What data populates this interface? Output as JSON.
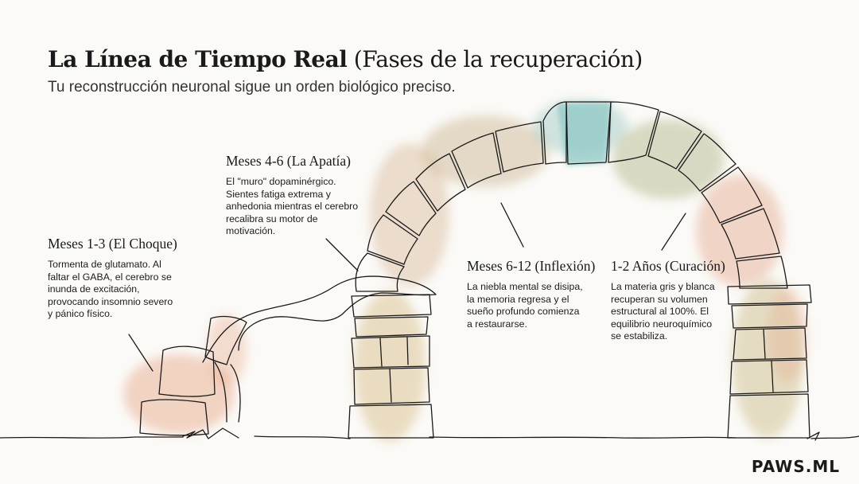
{
  "header": {
    "title_bold": "La Línea de Tiempo Real",
    "title_rest": "(Fases de la recuperación)",
    "subtitle": "Tu reconstrucción neuronal sigue un orden biológico preciso."
  },
  "phases": [
    {
      "title": "Meses 1-3 (El Choque)",
      "lines": [
        "Tormenta de glutamato. Al",
        "faltar el GABA, el cerebro se",
        "inunda de excitación,",
        "provocando insomnio severo",
        "y pánico físico."
      ]
    },
    {
      "title": "Meses 4-6 (La Apatía)",
      "lines": [
        "El \"muro\" dopaminérgico.",
        "Sientes fatiga extrema y",
        "anhedonia mientras el cerebro",
        "recalibra su motor de",
        "motivación."
      ]
    },
    {
      "title": "Meses 6-12 (Inflexión)",
      "lines": [
        "La niebla mental se disipa,",
        "la memoria regresa y el",
        "sueño profundo comienza",
        "a restaurarse."
      ]
    },
    {
      "title": "1-2 Años (Curación)",
      "lines": [
        "La materia gris y blanca",
        "recuperan su volumen",
        "estructural al 100%. El",
        "equilibrio neuroquímico",
        "se estabiliza."
      ]
    }
  ],
  "brand": "PAWS.ML",
  "colors": {
    "terracotta": "#e6a483",
    "sand": "#d9c08c",
    "sage": "#b7b98e",
    "teal": "#8fc9c6",
    "ink": "#1a1a1a"
  }
}
